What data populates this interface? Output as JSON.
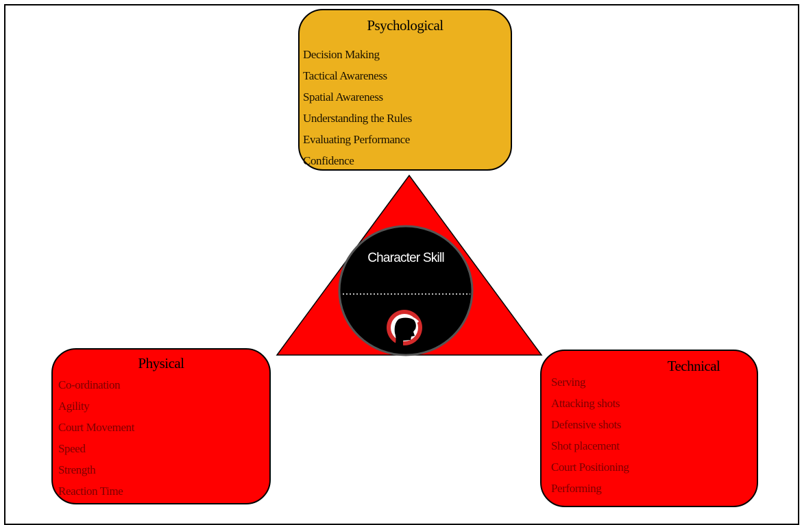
{
  "diagram": {
    "center_label": "Character Skill",
    "colors": {
      "psychological": "#ecb11e",
      "physical": "#ff0000",
      "technical": "#ff0000",
      "triangle": "#ff0000",
      "circle": "#000000"
    },
    "center_icon": "head-logo-icon",
    "boxes": {
      "psychological": {
        "title": "Psychological",
        "items": [
          "Decision Making",
          "Tactical Awareness",
          "Spatial Awareness",
          "Understanding the Rules",
          "Evaluating Performance",
          "Confidence"
        ]
      },
      "physical": {
        "title": "Physical",
        "items": [
          "Co-ordination",
          "Agility",
          "Court Movement",
          "Speed",
          "Strength",
          "Reaction Time"
        ]
      },
      "technical": {
        "title": "Technical",
        "items": [
          "Serving",
          "Attacking shots",
          "Defensive shots",
          "Shot placement",
          "Court Positioning",
          "Performing"
        ]
      }
    }
  }
}
